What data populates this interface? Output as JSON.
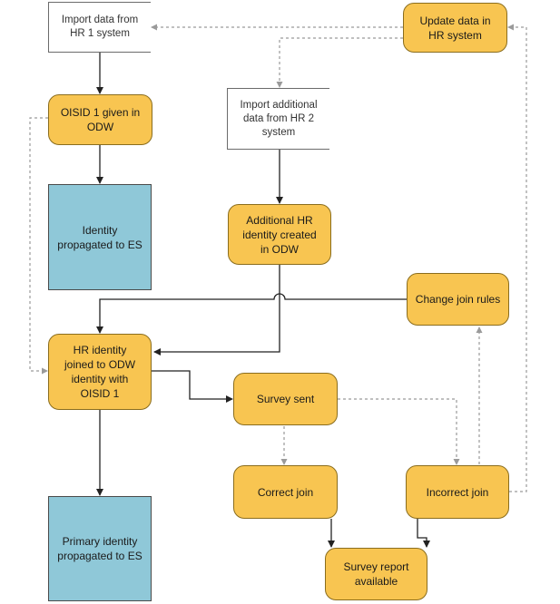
{
  "nodes": {
    "import_hr1": "Import data from\nHR 1 system",
    "update_data": "Update data in\nHR system",
    "import_hr2": "Import additional\ndata from HR 2\nsystem",
    "oisid_given": "OISID 1 given in\nODW",
    "identity_propagated": "Identity\npropagated to ES",
    "additional_identity": "Additional HR\nidentity created\nin ODW",
    "change_join_rules": "Change join rules",
    "hr_identity_joined": "HR identity\njoined to ODW\nidentity with\nOISID 1",
    "survey_sent": "Survey sent",
    "correct_join": "Correct join",
    "incorrect_join": "Incorrect join",
    "primary_identity": "Primary identity\npropagated to ES",
    "survey_report": "Survey report\navailable"
  },
  "colors": {
    "process_fill": "#f8c551",
    "entity_fill": "#8fc8d8",
    "document_fill": "#ffffff",
    "solid_arrow": "#222222",
    "dashed_arrow": "#9a9a9a"
  }
}
